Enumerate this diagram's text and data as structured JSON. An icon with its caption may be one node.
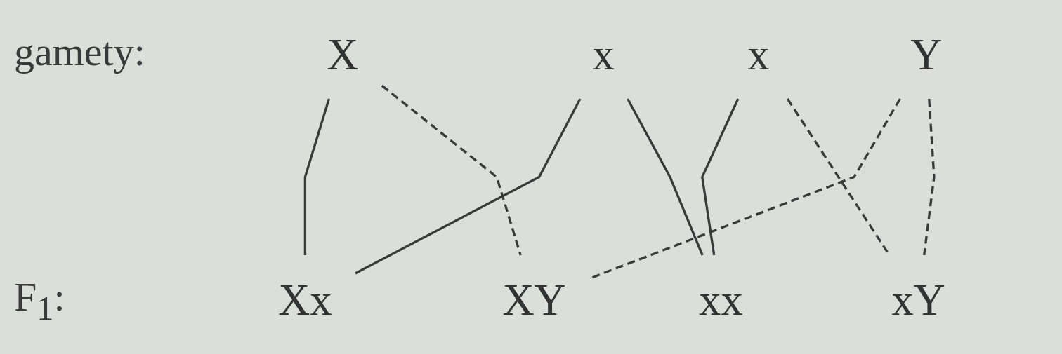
{
  "diagram": {
    "nodes": [
      {
        "text": [
          "X"
        ]
      },
      {
        "text": [
          "x"
        ]
      },
      {
        "text": [
          "x"
        ]
      },
      {
        "text": [
          "Y"
        ]
      },
      {
        "text": [
          "Xx"
        ]
      },
      {
        "text": [
          "XY"
        ]
      },
      {
        "text": [
          "xx"
        ]
      },
      {
        "text": [
          "xY"
        ]
      }
    ],
    "edges": [
      {
        "from": 0,
        "to": 4,
        "arrow": "none"
      },
      {
        "from": 0,
        "to": 5,
        "arrow": "none",
        "style": "dashed"
      },
      {
        "from": 1,
        "to": 6,
        "arrow": "none"
      },
      {
        "from": 1,
        "to": 7,
        "arrow": "none",
        "style": "dashed"
      },
      {
        "from": 2,
        "to": 4,
        "arrow": "none"
      },
      {
        "from": 2,
        "to": 6,
        "arrow": "none"
      },
      {
        "from": 3,
        "to": 5,
        "arrow": "none",
        "style": "dashed"
      },
      {
        "from": 3,
        "to": 7,
        "arrow": "none",
        "style": "dashed"
      }
    ],
    "labels": [
      "gamety:",
      "F$_{1}$:"
    ]
  }
}
